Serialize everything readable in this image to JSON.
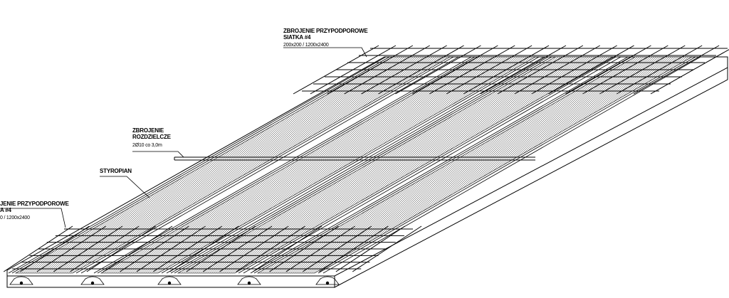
{
  "labels": {
    "top_mesh": {
      "line1": "ZBROJENIE PRZYPODPOROWE",
      "line2": "SIATKA #4",
      "line3": "200x200 / 1200x2400"
    },
    "distribution": {
      "line1": "ZBROJENIE",
      "line2": "ROZDZIELCZE",
      "line3": "2Ø10 co 3,0m"
    },
    "styrofoam": {
      "line1": "STYROPIAN"
    },
    "bottom_mesh": {
      "line1": "JENIE PRZYPODPOROWE",
      "line2": "A #4",
      "line3": "0 / 1200x2400"
    }
  },
  "colors": {
    "line": "#000000",
    "hatch": "#9a9a9a",
    "background": "#ffffff"
  }
}
